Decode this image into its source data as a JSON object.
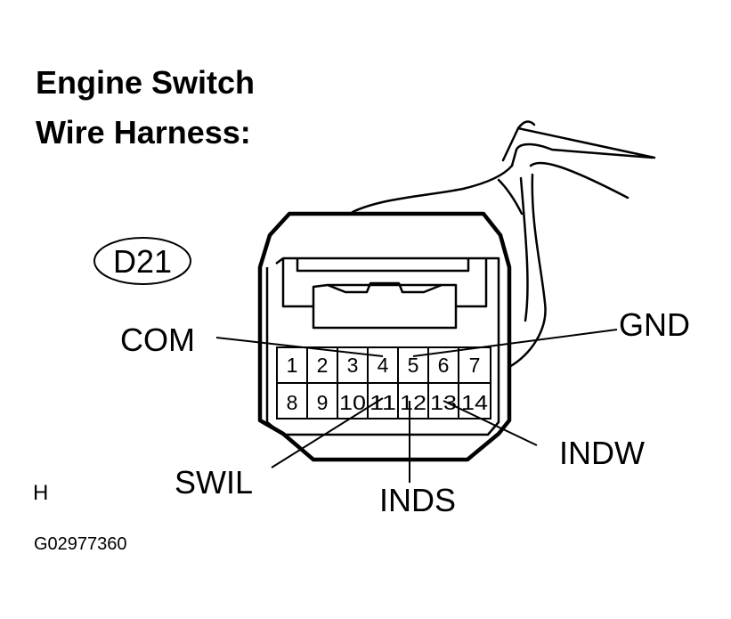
{
  "title": {
    "line1": "Engine Switch",
    "line2": "Wire Harness:"
  },
  "connector": {
    "id": "D21",
    "pins_row1": [
      "1",
      "2",
      "3",
      "4",
      "5",
      "6",
      "7"
    ],
    "pins_row2": [
      "8",
      "9",
      "10",
      "11",
      "12",
      "13",
      "14"
    ]
  },
  "labels": {
    "com": "COM",
    "gnd": "GND",
    "swil": "SWIL",
    "inds": "INDS",
    "indw": "INDW"
  },
  "footer": {
    "marker": "H",
    "figure_code": "G02977360"
  }
}
